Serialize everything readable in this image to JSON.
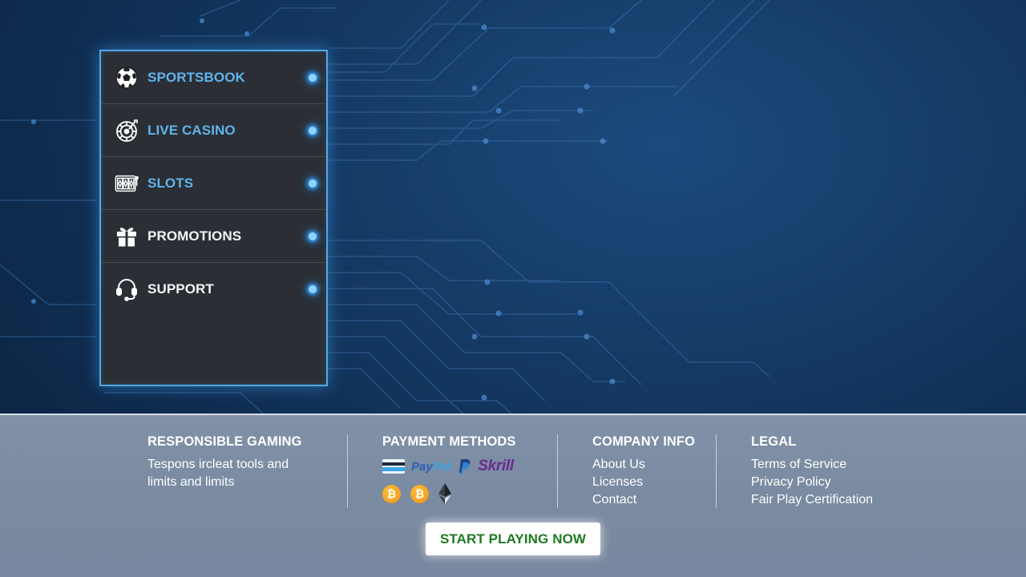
{
  "menu": {
    "items": [
      {
        "label": "SPORTSBOOK",
        "icon": "soccer-ball-icon"
      },
      {
        "label": "LIVE CASINO",
        "icon": "roulette-icon"
      },
      {
        "label": "SLOTS",
        "icon": "slot-machine-icon"
      },
      {
        "label": "PROMOTIONS",
        "icon": "gift-icon"
      },
      {
        "label": "SUPPORT",
        "icon": "headset-icon"
      }
    ]
  },
  "footer": {
    "responsible": {
      "title": "RESPONSIBLE GAMING",
      "text": "Tespons ircleat tools and limits and limits"
    },
    "payment": {
      "title": "PAYMENT METHODS",
      "paypal": "PayPal",
      "skrill": "Skrill",
      "bitcoin_symbol": "₿"
    },
    "company": {
      "title": "COMPANY INFO",
      "links": [
        "About Us",
        "Licenses",
        "Contact"
      ]
    },
    "legal": {
      "title": "LEGAL",
      "links": [
        "Terms of Service",
        "Privacy Policy",
        "Fair Play Certification"
      ]
    }
  },
  "cta": {
    "label": "START PLAYING NOW"
  },
  "colors": {
    "accent_blue": "#5fb4ec",
    "menu_bg": "#2b2f35",
    "footer_bg": "#7d8ea6",
    "cta_text": "#1f7a22"
  }
}
